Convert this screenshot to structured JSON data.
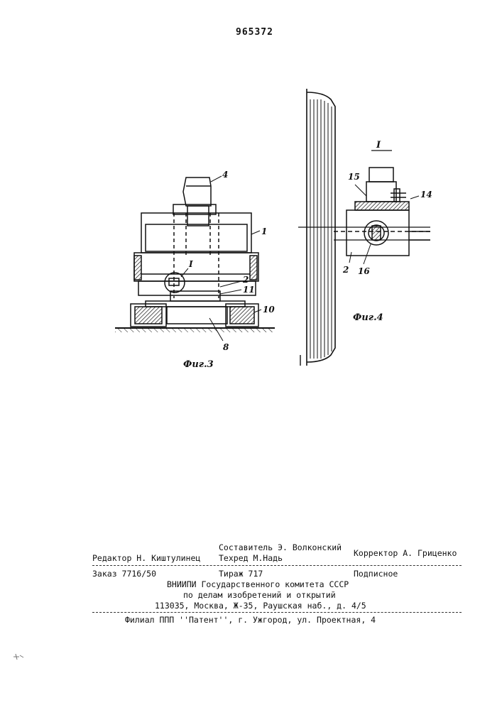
{
  "page_number": "965372",
  "fig3": {
    "caption": "Фиг.3",
    "labels": {
      "p4": "4",
      "p1": "1",
      "detail": "I",
      "p2": "2",
      "p11": "11",
      "p10": "10",
      "p8": "8"
    }
  },
  "fig4": {
    "caption": "Фиг.4",
    "detail_label": "I",
    "labels": {
      "p15": "15",
      "p14": "14",
      "p2": "2",
      "p16": "16"
    }
  },
  "imprint": {
    "compiler": "Составитель Э. Волконский",
    "editor": "Редактор Н. Киштулинец",
    "techred": "Техред М.Надь",
    "corrector": "Корректор А. Гриценко",
    "order": "Заказ 7716/50",
    "circulation": "Тираж 717",
    "subscription": "Подписное",
    "org_line1": "ВНИИПИ Государственного комитета СССР",
    "org_line2": "по делам изобретений и открытий",
    "org_address": "113035, Москва, Ж-35, Раушская наб., д. 4/5",
    "branch": "Филиал ППП ''Патент'', г. Ужгород, ул. Проектная, 4"
  }
}
